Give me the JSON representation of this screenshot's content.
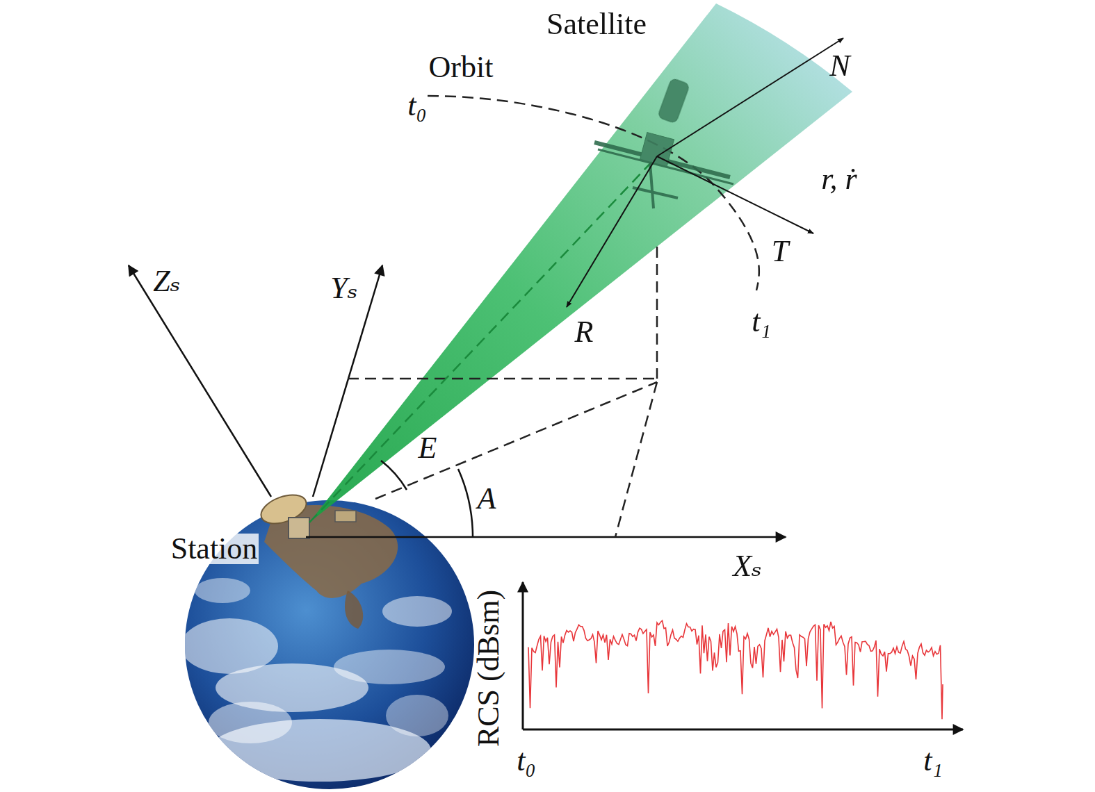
{
  "diagram": {
    "labels": [
      "Satellite",
      "Orbit",
      "t₀",
      "N",
      "r, ṙ",
      "T",
      "R",
      "t₁",
      "Zₛ",
      "Yₛ",
      "E",
      "A",
      "Station",
      "Xₛ",
      "RCS (dBsm)",
      "t₀",
      "t₁"
    ]
  }
}
